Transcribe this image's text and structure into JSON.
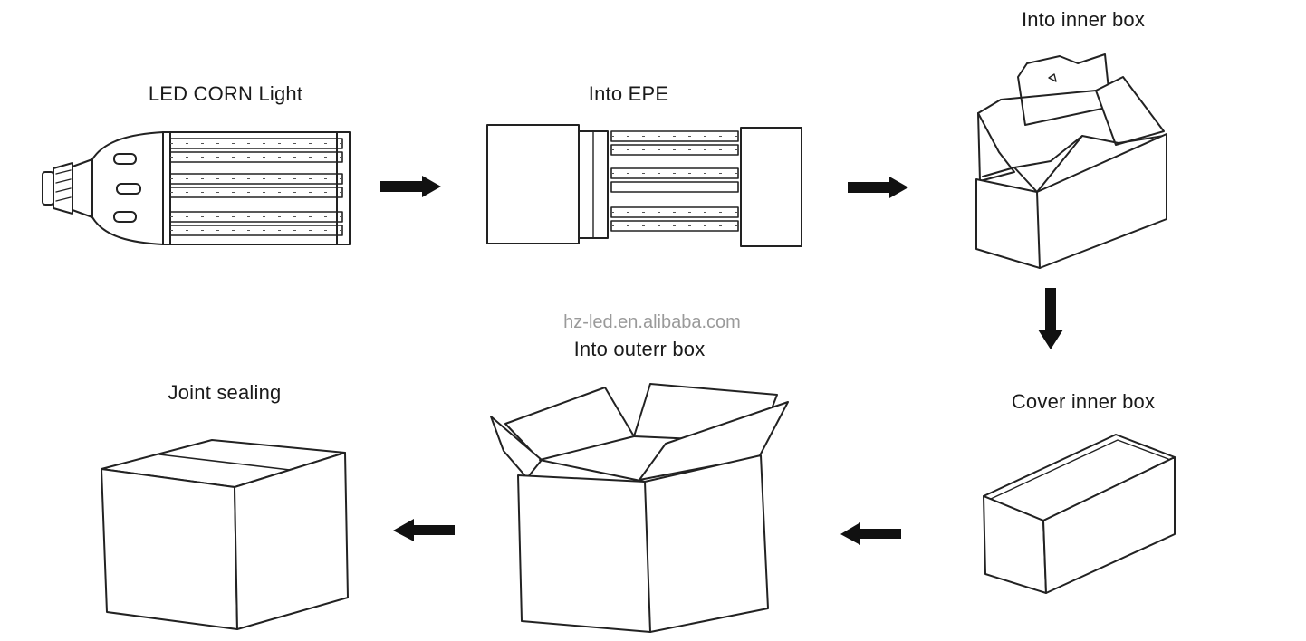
{
  "diagram": {
    "steps": [
      {
        "id": "led-corn-light",
        "label": "LED CORN Light"
      },
      {
        "id": "into-epe",
        "label": "Into EPE"
      },
      {
        "id": "into-inner-box",
        "label": "Into inner box"
      },
      {
        "id": "cover-inner-box",
        "label": "Cover inner box"
      },
      {
        "id": "into-outer-box",
        "label": "Into outerr box"
      },
      {
        "id": "joint-sealing",
        "label": "Joint sealing"
      }
    ],
    "watermark": "hz-led.en.alibaba.com",
    "arrow_color": "#111111"
  }
}
